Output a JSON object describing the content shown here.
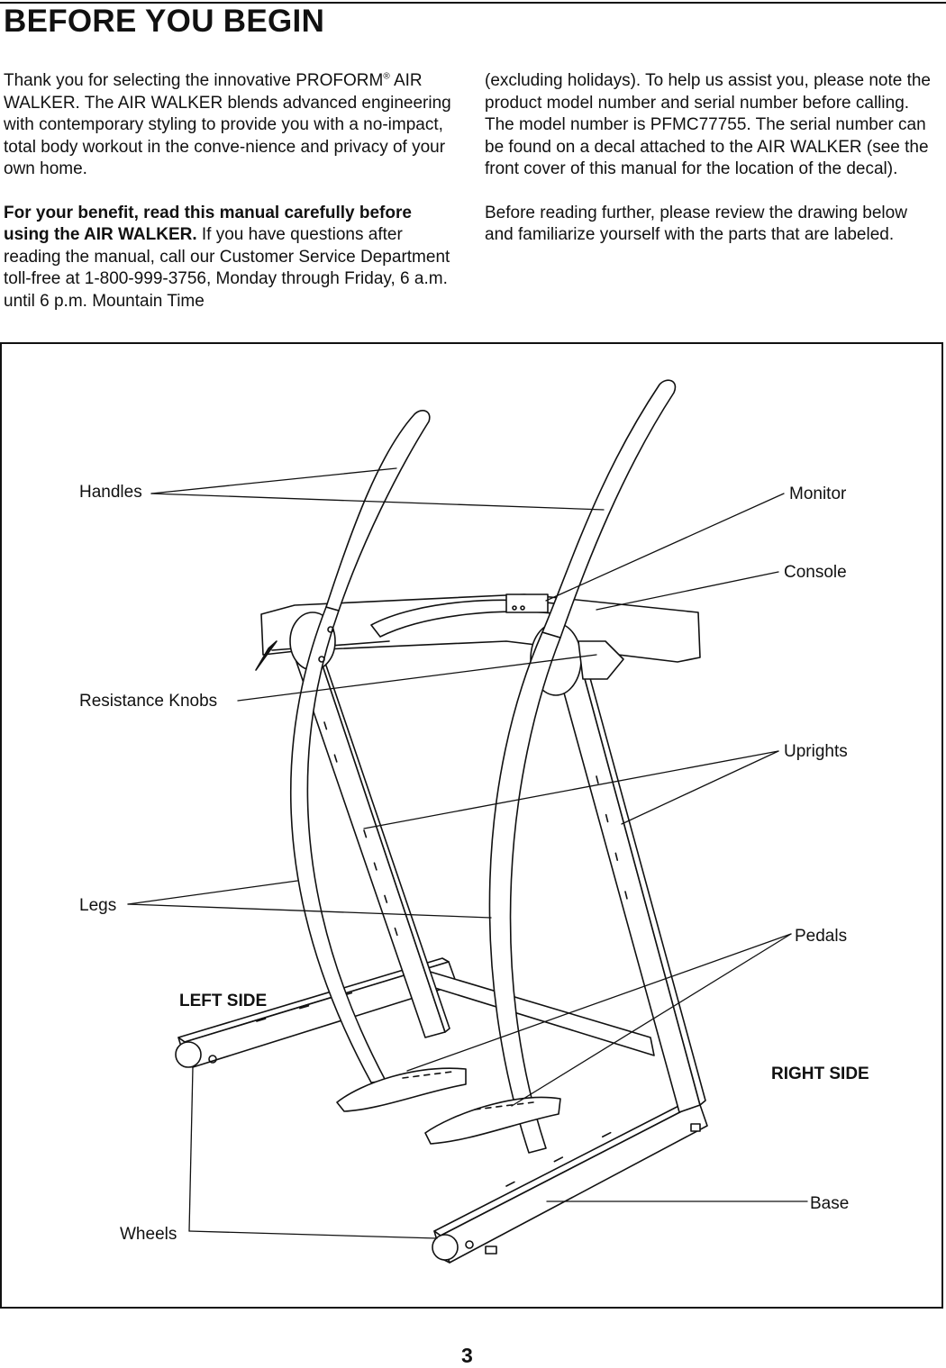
{
  "page": {
    "title": "BEFORE YOU BEGIN",
    "page_number": "3"
  },
  "intro": {
    "left": {
      "p1_a": "Thank you for selecting the innovative PROFORM",
      "p1_reg": "®",
      "p1_b": "AIR WALKER. The AIR WALKER blends advanced engineering with contemporary styling to provide you with a no-impact, total body workout in the conve-nience and privacy of your own home.",
      "p2_bold": "For your benefit, read this manual carefully before using the AIR WALKER.",
      "p2_rest": "If you have questions after reading the manual, call our Customer Service Department toll-free at 1-800-999-3756, Monday through Friday, 6 a.m. until 6 p.m. Mountain Time"
    },
    "right": {
      "p1": "(excluding holidays). To help us assist you, please note the product model number and serial number before calling. The model number is PFMC77755. The serial number can be found on a decal attached to the AIR WALKER (see the front cover of this manual for the location of the decal).",
      "p2": "Before reading further, please review the drawing below and familiarize yourself with the parts that are labeled."
    }
  },
  "figure": {
    "labels": {
      "handles": "Handles",
      "monitor": "Monitor",
      "console": "Console",
      "resistance_knobs": "Resistance Knobs",
      "uprights": "Uprights",
      "legs": "Legs",
      "pedals": "Pedals",
      "wheels": "Wheels",
      "base": "Base"
    },
    "sides": {
      "left": "LEFT SIDE",
      "right": "RIGHT SIDE"
    }
  }
}
